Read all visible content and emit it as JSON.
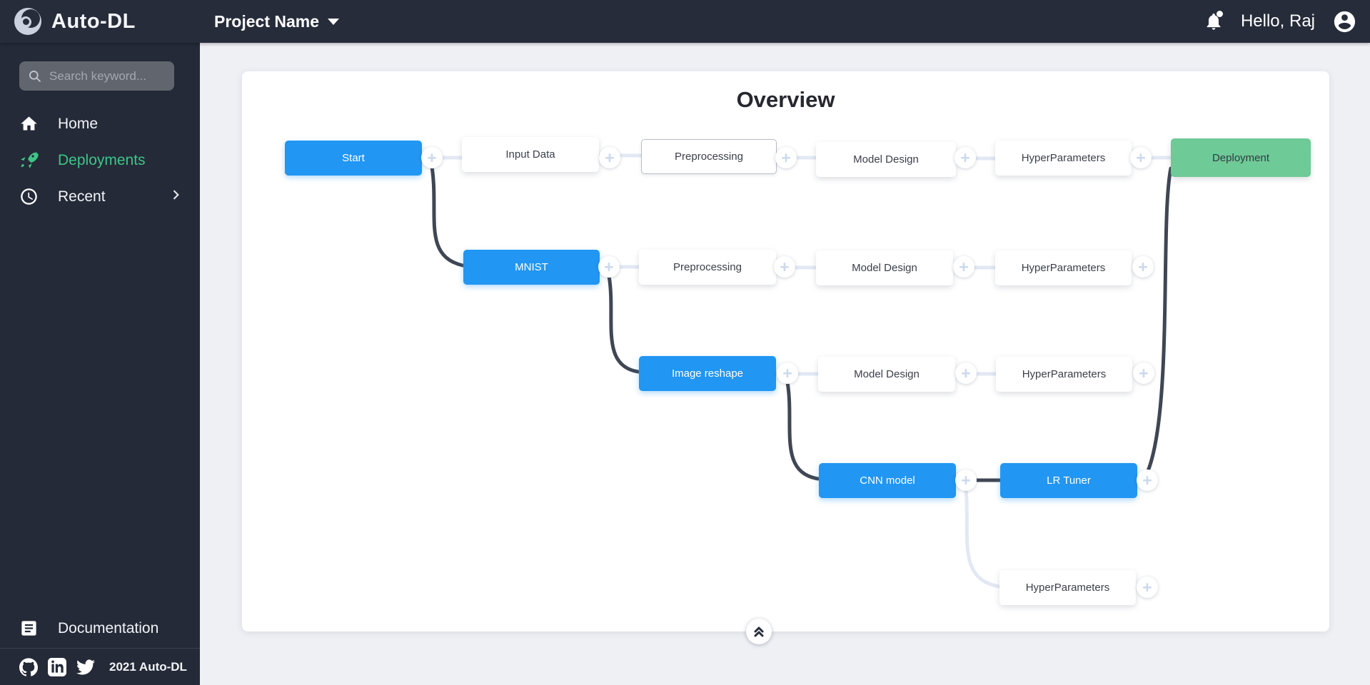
{
  "navbar": {
    "brand": "Auto-DL",
    "project": "Project Name",
    "greeting": "Hello, Raj"
  },
  "sidebar": {
    "search_placeholder": "Search keyword...",
    "home": "Home",
    "deployments": "Deployments",
    "recent": "Recent",
    "documentation": "Documentation",
    "footer": "2021 Auto-DL"
  },
  "canvas": {
    "title": "Overview",
    "plus": "+",
    "nodes": {
      "start": "Start",
      "input_data": "Input Data",
      "preprocessing_1": "Preprocessing",
      "model_design_1": "Model Design",
      "hyperparameters_1": "HyperParameters",
      "deployment": "Deployment",
      "mnist": "MNIST",
      "preprocessing_2": "Preprocessing",
      "model_design_2": "Model Design",
      "hyperparameters_2": "HyperParameters",
      "image_reshape": "Image reshape",
      "model_design_3": "Model Design",
      "hyperparameters_3": "HyperParameters",
      "cnn_model": "CNN model",
      "lr_tuner": "LR Tuner",
      "hyperparameters_4": "HyperParameters"
    }
  },
  "colors": {
    "node_blue": "#2196f3",
    "node_green": "#6eca96",
    "sidebar_accent": "#3ec584",
    "dark_bg": "#262c3a"
  }
}
